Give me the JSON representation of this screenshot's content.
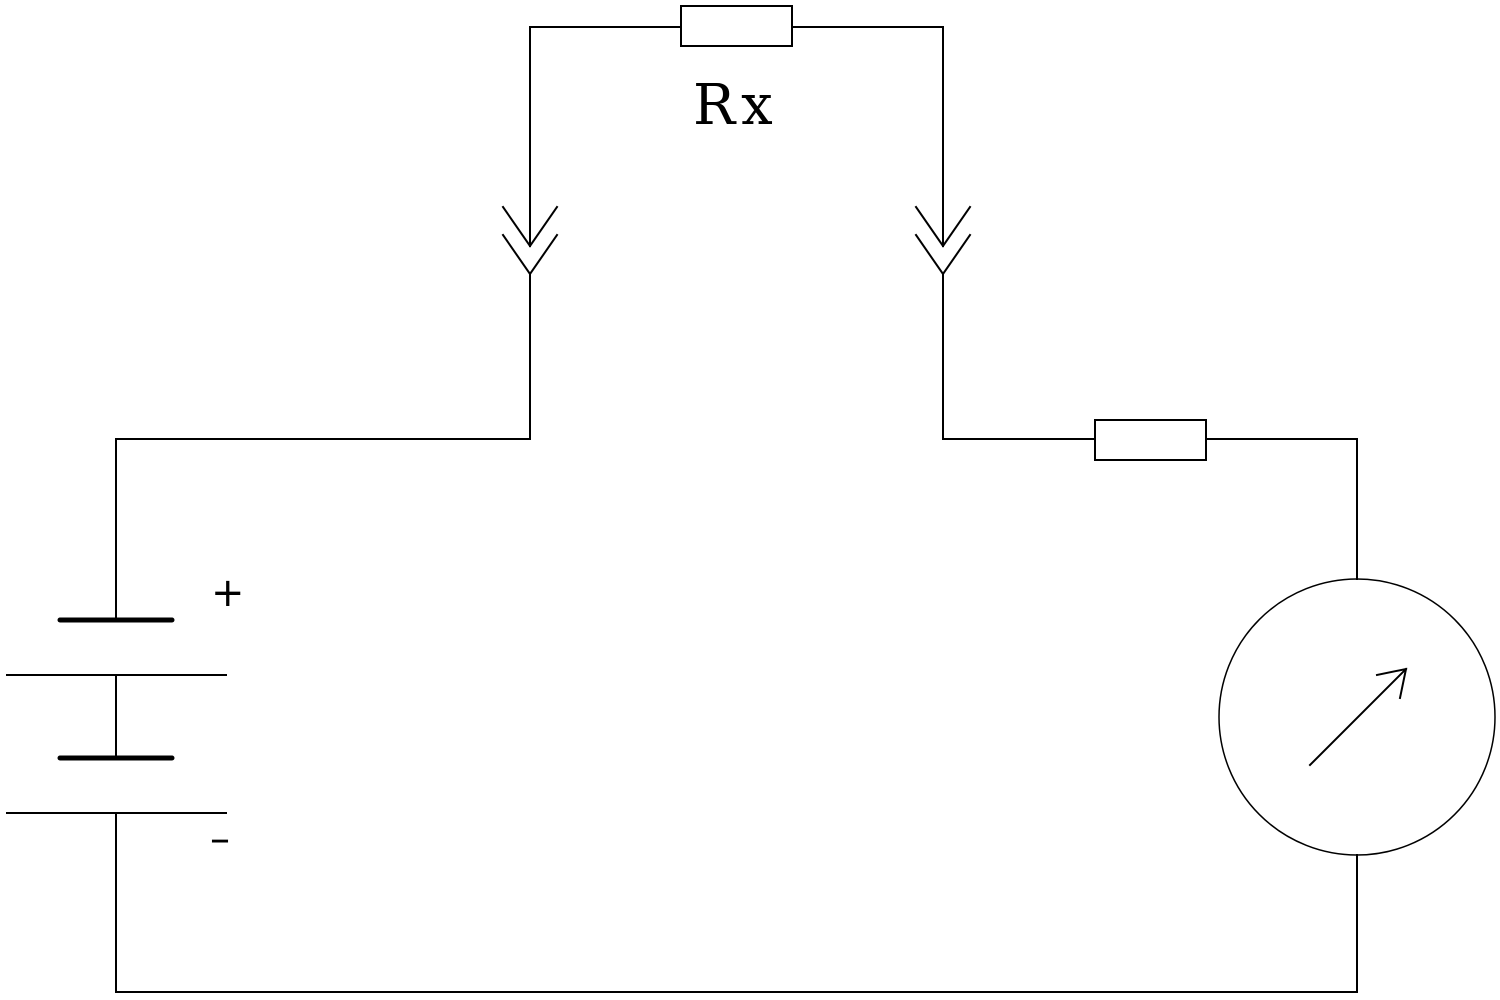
{
  "diagram": {
    "type": "circuit-schematic",
    "components": {
      "measured_resistor": {
        "label": "Rx"
      },
      "battery": {
        "positive_label": "+",
        "negative_label": "–"
      },
      "series_resistor": {
        "label": ""
      },
      "meter": {
        "label": "",
        "icon": "meter-needle-arrow"
      },
      "terminals": {
        "icon": "connector-chevron",
        "count": 2
      }
    },
    "colors": {
      "stroke": "#000000",
      "background": "#ffffff"
    }
  }
}
